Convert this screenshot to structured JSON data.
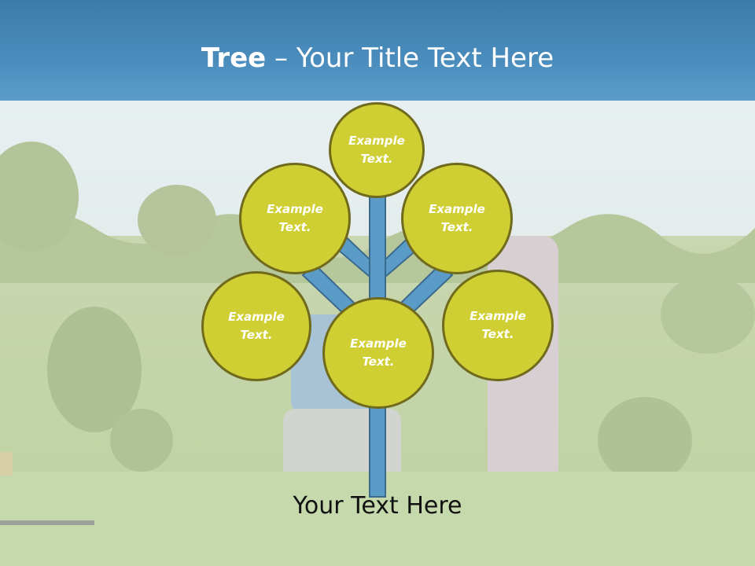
{
  "slide": {
    "title_bold": "Tree",
    "title_rest": "– Your Title Text Here",
    "footer_text": "Your Text Here"
  },
  "nodes": [
    {
      "label": "Example Text."
    },
    {
      "label": "Example Text."
    },
    {
      "label": "Example Text."
    },
    {
      "label": "Example Text."
    },
    {
      "label": "Example Text."
    },
    {
      "label": "Example Text."
    }
  ],
  "colors": {
    "header": "#4a8dbd",
    "node_fill": "#cfcf33",
    "node_border": "#6f6a1c",
    "trunk": "#5b9bc8",
    "trunk_border": "#3b6a8f"
  }
}
